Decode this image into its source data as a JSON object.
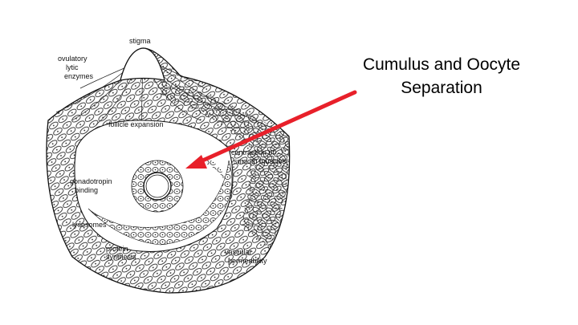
{
  "slide": {
    "title_line1": "Cumulus and Oocyte",
    "title_line2": "Separation"
  },
  "diagram": {
    "labels": {
      "stigma": "stigma",
      "ovulatory_1": "ovulatory",
      "ovulatory_2": "lytic",
      "ovulatory_3": "enzymes",
      "follicle_expansion": "follicle expansion",
      "contraction_1": "contraction of",
      "contraction_2": "smooth muscles",
      "gonadotropin_1": "gonadotropin",
      "gonadotropin_2": "binding",
      "lysosomes": "lysosomes",
      "protein_1": "protein",
      "protein_2": "synthesis",
      "vascular_1": "vascular",
      "vascular_2": "permeability"
    }
  },
  "colors": {
    "arrow": "#e8202a",
    "ink": "#111111",
    "background": "#ffffff"
  }
}
